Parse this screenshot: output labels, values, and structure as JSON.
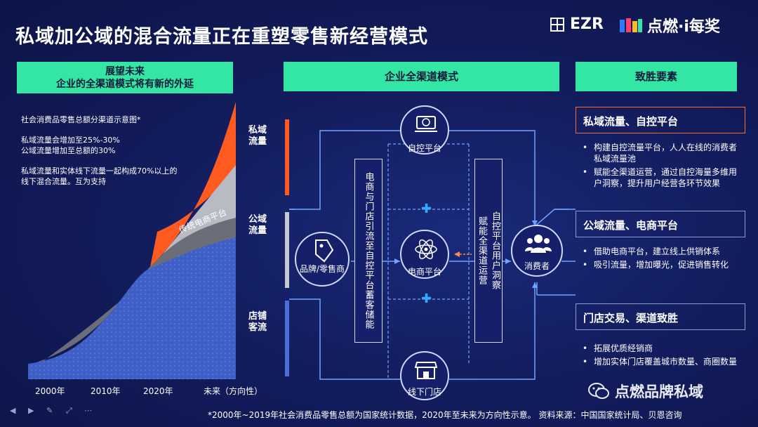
{
  "title": "私域加公域的混合流量正在重塑零售新经营模式",
  "logos": {
    "ezr": "EZR",
    "brand": "点燃·i每奖"
  },
  "left_panel": {
    "header_line1": "展望未来",
    "header_line2": "企业的全渠道模式将有新的外延",
    "note_title": "社会消费品零售总额分渠道示意图*",
    "note_2": "私域流量会增加至25%-30%",
    "note_3": "公域流量增加至总额的30%",
    "note_4": "私域流量和实体线下流量一起构成70%以上的",
    "note_5": "线下混合流量。互为支持",
    "area_label": "传统电商平台",
    "x_labels": [
      "2000年",
      "2010年",
      "2020年",
      "未来（方向性）"
    ]
  },
  "side_labels": {
    "private": "私域流量",
    "public": "公域流量",
    "store": "店铺客流"
  },
  "colors": {
    "private": "#ff6a2c",
    "public": "#c7c9d1",
    "store": "#4a6fd8",
    "accent": "#34e6a4",
    "ecom": "#3d5fc6"
  },
  "middle": {
    "header": "企业全渠道模式",
    "left_vertical": "电商与门店引流至自控平台蓄客储能",
    "right_vertical_top": "自控平台用户洞察",
    "right_vertical_bottom": "赋能全渠道运营",
    "nodes": {
      "self": "自控平台",
      "ecom": "电商平台",
      "store": "线下门店",
      "brand": "品牌/零售商",
      "consumer": "消费者"
    },
    "plus": "✚"
  },
  "right": {
    "header": "致胜要素",
    "box1": {
      "title": "私域流量、自控平台",
      "b1": "构建自控流量平台，人人在线的消费者私域流量池",
      "b2": "赋能全渠道运营，通过自控海量多维用户洞察，提升用户经营各环节效果"
    },
    "box2": {
      "title": "公域流量、电商平台",
      "b1": "借助电商平台，建立线上供销体系",
      "b2": "吸引流量，增加曝光，促进销售转化"
    },
    "box3": {
      "title": "门店交易、渠道致胜",
      "b1": "拓展优质经销商",
      "b2": "增加实体门店覆盖城市数量、商圈数量"
    }
  },
  "watermark": "点燃品牌私域",
  "footer": "*2000年~2019年社会消费品零售总额为国家统计数据，2020年至未来为方向性示意。 资料来源：中国国家统计局、贝恩咨询"
}
